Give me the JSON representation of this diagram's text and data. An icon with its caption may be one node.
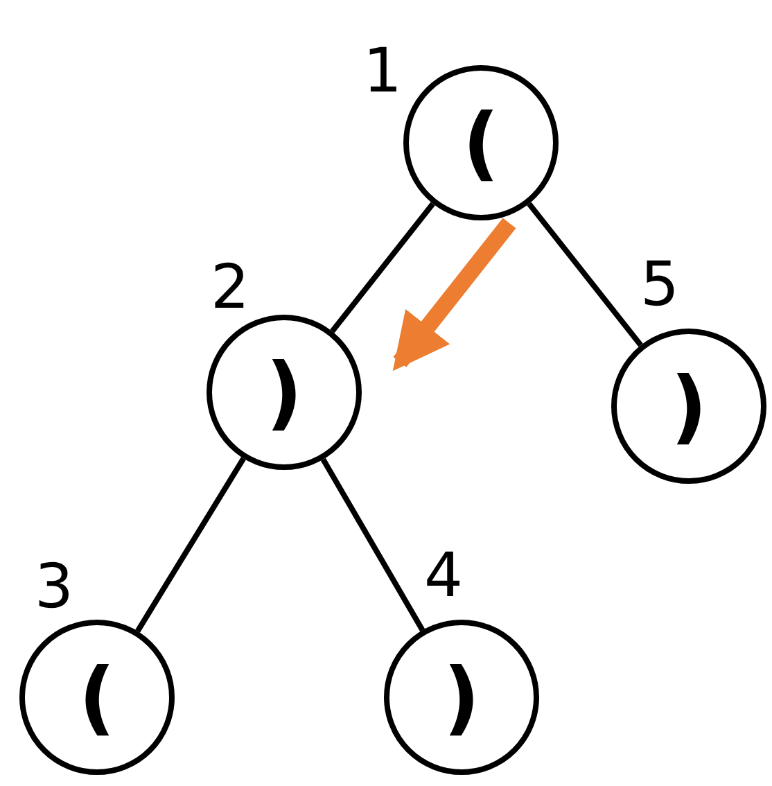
{
  "diagram": {
    "nodes": [
      {
        "text": [
          "("
        ],
        "beside": [
          "1"
        ]
      },
      {
        "text": [
          ")"
        ],
        "beside": [
          "2"
        ]
      },
      {
        "text": [
          ")"
        ],
        "beside": [
          "5"
        ]
      },
      {
        "text": [
          "("
        ],
        "beside": [
          "3"
        ]
      },
      {
        "text": [
          ")"
        ],
        "beside": [
          "4"
        ]
      }
    ],
    "edges": [
      {
        "from": 0,
        "to": 1,
        "arrow": "none"
      },
      {
        "from": 0,
        "to": 2,
        "arrow": "none"
      },
      {
        "from": 1,
        "to": 3,
        "arrow": "none"
      },
      {
        "from": 1,
        "to": 4,
        "arrow": "none"
      },
      {
        "from": 0,
        "to": 1,
        "arrow": "to",
        "style": "thick",
        "color": "#ed7d31"
      }
    ]
  }
}
